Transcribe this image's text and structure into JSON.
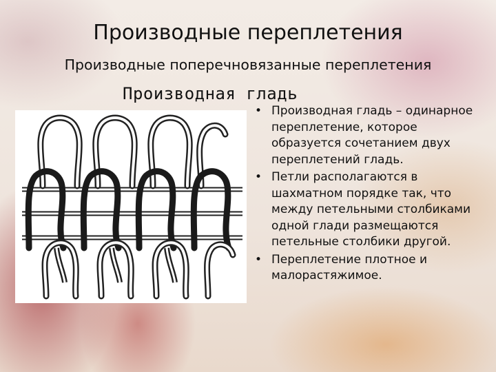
{
  "slide": {
    "title": "Производные переплетения",
    "subtitle": "Производные поперечновязанные переплетения",
    "heading": "Производная гладь",
    "bullets": [
      "Производная гладь – одинарное переплетение, которое образуется сочетанием двух переплетений гладь.",
      "Петли располагаются в шахматном порядке так, что между петельными столбиками одной глади размещаются петельные столбики другой.",
      "Переплетение плотное и малорастяжимое."
    ],
    "bullet_symbol": "•"
  },
  "figure": {
    "icon": "knit-loops-diagram",
    "colors": {
      "light_yarn": "#ffffff",
      "outline": "#222222",
      "dark_yarn": "#1a1a1a"
    }
  }
}
